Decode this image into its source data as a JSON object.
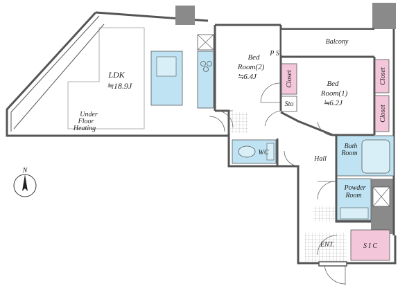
{
  "rooms": {
    "ldk_name": "LDK",
    "ldk_size": "≒18.9J",
    "under_floor_1": "Under",
    "under_floor_2": "Floor",
    "under_floor_3": "Heating",
    "bed2_1": "Bed",
    "bed2_2": "Room(2)",
    "bed2_size": "≒6.4J",
    "bed1_1": "Bed",
    "bed1_2": "Room(1)",
    "bed1_size": "≒6.2J",
    "balcony": "Balcony",
    "ps": "P S",
    "closet_a": "Closet",
    "closet_b": "Closet",
    "closet_c": "Closet",
    "sto": "Sto",
    "wc": "WC",
    "hall": "Hall",
    "bath_1": "Bath",
    "bath_2": "Room",
    "powder_1": "Powder",
    "powder_2": "Room",
    "ent": "ENT.",
    "sic": "S I C"
  },
  "compass": {
    "north": "N"
  },
  "colors": {
    "wall": "#555555",
    "pillar": "#8a8a8a",
    "wet_area": "#bfe3f2",
    "storage": "#f3c6d9",
    "hatch": "#999999"
  }
}
